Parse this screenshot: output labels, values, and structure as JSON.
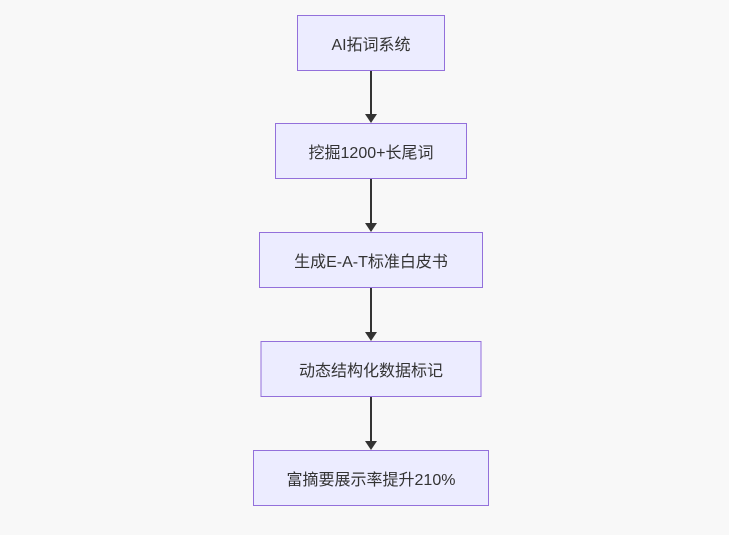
{
  "diagram": {
    "type": "flowchart",
    "direction": "top-down",
    "nodes": [
      {
        "id": "step-1",
        "label": "AI拓词系统"
      },
      {
        "id": "step-2",
        "label": "挖掘1200+长尾词"
      },
      {
        "id": "step-3",
        "label": "生成E-A-T标准白皮书"
      },
      {
        "id": "step-4",
        "label": "动态结构化数据标记"
      },
      {
        "id": "step-5",
        "label": "富摘要展示率提升210%"
      }
    ],
    "edges": [
      {
        "from": "step-1",
        "to": "step-2",
        "arrow": "down"
      },
      {
        "from": "step-2",
        "to": "step-3",
        "arrow": "down"
      },
      {
        "from": "step-3",
        "to": "step-4",
        "arrow": "down"
      },
      {
        "from": "step-4",
        "to": "step-5",
        "arrow": "down"
      }
    ],
    "colors": {
      "node_fill": "#ECECFF",
      "node_border": "#9370DB",
      "node_text": "#333333",
      "arrow": "#333333",
      "background": "#f8f8f8"
    }
  }
}
